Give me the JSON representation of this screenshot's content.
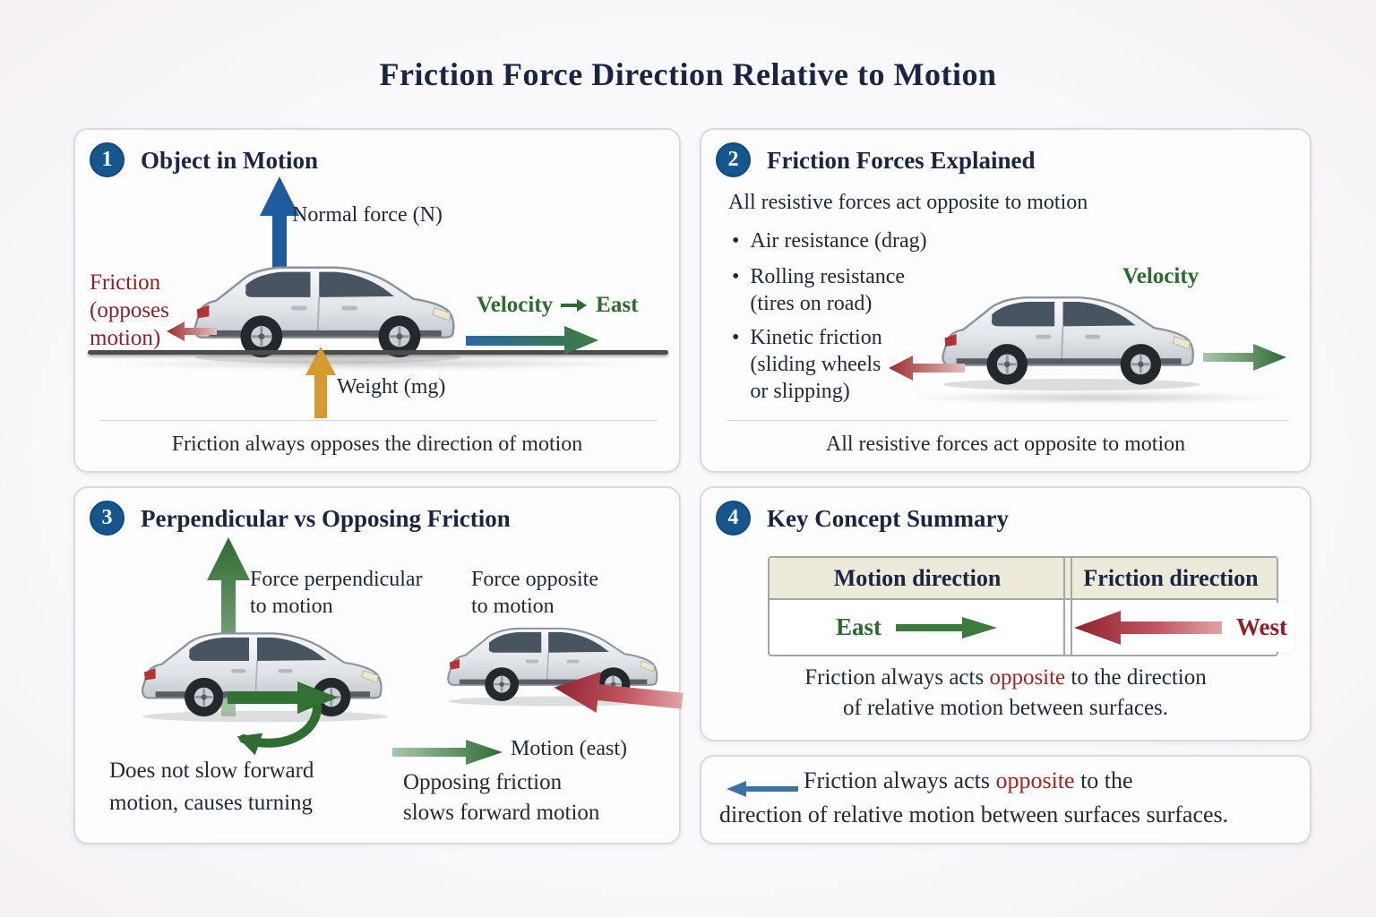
{
  "page": {
    "title": "Friction Force Direction Relative to Motion"
  },
  "ui": {
    "bullet_char": "•"
  },
  "colors": {
    "badge_blue": "#15568e",
    "heading_navy": "#1b2540",
    "body_text": "#212a3a",
    "arrow_blue": "#1e5c9e",
    "arrow_orange": "#d6992e",
    "arrow_green": "#3b7a3d",
    "text_green": "#2d6a30",
    "text_maroon": "#8e2028",
    "arrow_red": "#9c3038",
    "highlight_red": "#a32222",
    "table_header_cream": "#eeeadb",
    "footer_arrow_blue": "#3f72a0"
  },
  "panel1": {
    "badge": "1",
    "title": "Object in Motion",
    "normal_force_label": "Normal force (N)",
    "friction_label": "Friction\n(opposes\nmotion)",
    "velocity_label": "Velocity",
    "east_label": "East",
    "weight_label": "Weight (mg)",
    "caption": "Friction always opposes the direction of motion"
  },
  "panel2": {
    "badge": "2",
    "title": "Friction Forces Explained",
    "subtitle": "All resistive forces act opposite to motion",
    "bullets": [
      "Air resistance (drag)",
      "Rolling resistance\n(tires on road)",
      "Kinetic friction\n(sliding wheels\nor slipping)"
    ],
    "velocity_label": "Velocity",
    "caption": "All resistive forces act opposite to motion"
  },
  "panel3": {
    "badge": "3",
    "title": "Perpendicular vs Opposing Friction",
    "perpendicular_label": "Force perpendicular\nto motion",
    "opposite_label": "Force opposite\nto motion",
    "motion_label": "Motion (east)",
    "left_caption": "Does not slow forward\nmotion, causes turning",
    "right_caption": "Opposing friction\nslows forward motion"
  },
  "panel4": {
    "badge": "4",
    "title": "Key Concept Summary",
    "table": {
      "headers": [
        "Motion direction",
        "Friction direction"
      ],
      "row": {
        "motion": "East",
        "friction": "West"
      }
    },
    "caption_pre": "Friction always acts ",
    "caption_highlight": "opposite",
    "caption_post": " to the direction",
    "caption_line2": "of relative motion between surfaces."
  },
  "footer": {
    "line1_pre": "Friction always acts ",
    "line1_highlight": "opposite",
    "line1_post": " to the",
    "line2": "direction of relative motion between surfaces surfaces."
  }
}
